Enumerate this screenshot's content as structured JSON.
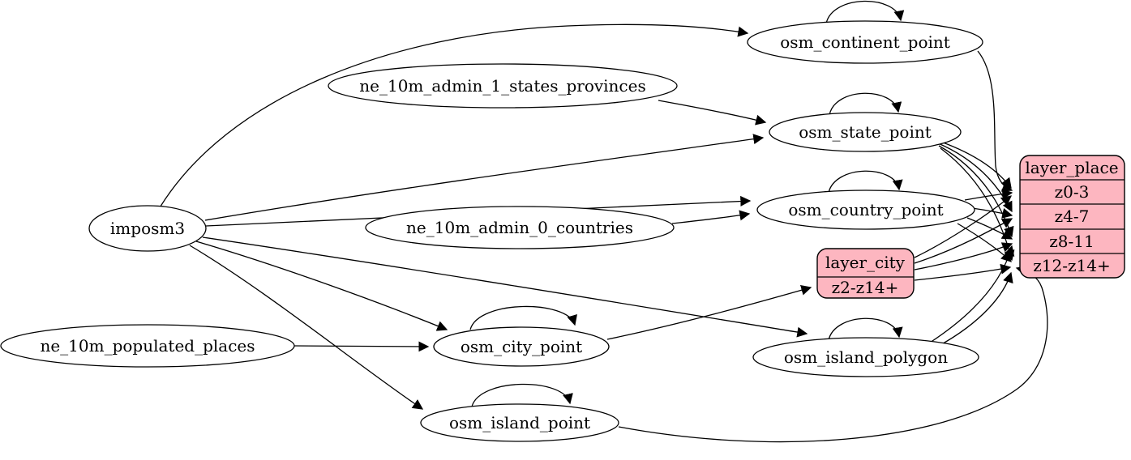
{
  "diagram": {
    "background_color": "#ffffff",
    "edge_color": "#000000",
    "table_node_fill": "#ffffff",
    "table_node_stroke": "#000000",
    "layer_node_fill": "#fdb6c0",
    "layer_node_stroke": "#000000",
    "text_color": "#000000"
  },
  "nodes": {
    "imposm3": {
      "label": "imposm3"
    },
    "ne_10m_admin_1_states_provinces": {
      "label": "ne_10m_admin_1_states_provinces"
    },
    "ne_10m_admin_0_countries": {
      "label": "ne_10m_admin_0_countries"
    },
    "ne_10m_populated_places": {
      "label": "ne_10m_populated_places"
    },
    "osm_continent_point": {
      "label": "osm_continent_point"
    },
    "osm_state_point": {
      "label": "osm_state_point"
    },
    "osm_country_point": {
      "label": "osm_country_point"
    },
    "osm_city_point": {
      "label": "osm_city_point"
    },
    "osm_island_polygon": {
      "label": "osm_island_polygon"
    },
    "osm_island_point": {
      "label": "osm_island_point"
    },
    "layer_city": {
      "title": "layer_city",
      "rows": [
        "z2-z14+"
      ]
    },
    "layer_place": {
      "title": "layer_place",
      "rows": [
        "z0-3",
        "z4-7",
        "z8-11",
        "z12-z14+"
      ]
    }
  },
  "edges": [
    {
      "from": "imposm3",
      "to": "osm_continent_point"
    },
    {
      "from": "imposm3",
      "to": "osm_state_point"
    },
    {
      "from": "imposm3",
      "to": "osm_country_point"
    },
    {
      "from": "imposm3",
      "to": "osm_city_point"
    },
    {
      "from": "imposm3",
      "to": "osm_island_polygon"
    },
    {
      "from": "imposm3",
      "to": "osm_island_point"
    },
    {
      "from": "ne_10m_admin_1_states_provinces",
      "to": "osm_state_point"
    },
    {
      "from": "ne_10m_admin_0_countries",
      "to": "osm_country_point"
    },
    {
      "from": "ne_10m_populated_places",
      "to": "osm_city_point"
    },
    {
      "from": "osm_continent_point",
      "to": "osm_continent_point"
    },
    {
      "from": "osm_state_point",
      "to": "osm_state_point"
    },
    {
      "from": "osm_country_point",
      "to": "osm_country_point"
    },
    {
      "from": "osm_city_point",
      "to": "osm_city_point"
    },
    {
      "from": "osm_island_polygon",
      "to": "osm_island_polygon"
    },
    {
      "from": "osm_island_point",
      "to": "osm_island_point"
    },
    {
      "from": "osm_continent_point",
      "to": "layer_place:z0-3"
    },
    {
      "from": "osm_state_point",
      "to": "layer_place:z0-3"
    },
    {
      "from": "osm_state_point",
      "to": "layer_place:z4-7"
    },
    {
      "from": "osm_state_point",
      "to": "layer_place:z8-11"
    },
    {
      "from": "osm_state_point",
      "to": "layer_place:z12-z14+"
    },
    {
      "from": "osm_country_point",
      "to": "layer_place:z0-3"
    },
    {
      "from": "osm_country_point",
      "to": "layer_place:z4-7"
    },
    {
      "from": "osm_country_point",
      "to": "layer_place:z8-11"
    },
    {
      "from": "osm_country_point",
      "to": "layer_place:z12-z14+"
    },
    {
      "from": "osm_city_point",
      "to": "layer_city:z2-z14+"
    },
    {
      "from": "layer_city",
      "to": "layer_place:z0-3"
    },
    {
      "from": "layer_city",
      "to": "layer_place:z4-7"
    },
    {
      "from": "layer_city",
      "to": "layer_place:z8-11"
    },
    {
      "from": "layer_city",
      "to": "layer_place:z12-z14+"
    },
    {
      "from": "osm_island_polygon",
      "to": "layer_place:z8-11"
    },
    {
      "from": "osm_island_polygon",
      "to": "layer_place:z12-z14+"
    },
    {
      "from": "osm_island_point",
      "to": "layer_place:z12-z14+"
    }
  ]
}
